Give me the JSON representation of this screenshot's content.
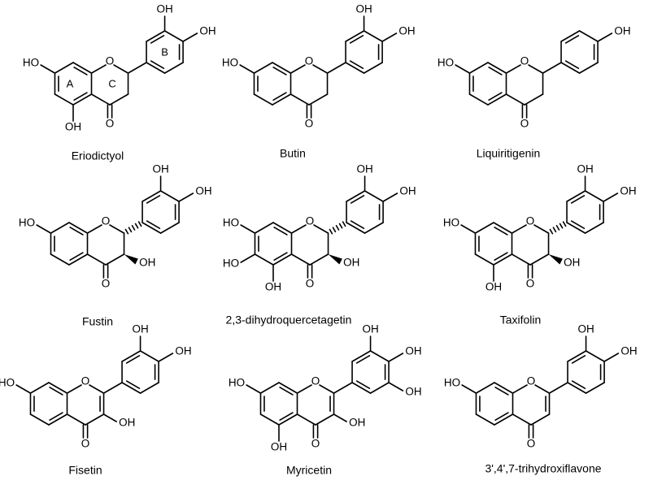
{
  "atoms": {
    "hydroxyl": "OH",
    "hydroxyl_left": "HO",
    "oxygen": "O"
  },
  "ring_labels": {
    "a": "A",
    "b": "B",
    "c": "C"
  },
  "compounds": [
    {
      "name": "Eriodictyol",
      "core": "flavanone",
      "b_ring": "catechol",
      "extra_a_ring": "5-OH",
      "c3": "none",
      "ring_labels": true
    },
    {
      "name": "Butin",
      "core": "flavanone",
      "b_ring": "catechol",
      "extra_a_ring": "none",
      "c3": "none",
      "ring_labels": false
    },
    {
      "name": "Liquiritigenin",
      "core": "flavanone",
      "b_ring": "para-OH",
      "extra_a_ring": "none",
      "c3": "none",
      "ring_labels": false
    },
    {
      "name": "Fustin",
      "core": "flavanonol",
      "b_ring": "catechol",
      "extra_a_ring": "none",
      "c3": "OH-wedge",
      "ring_labels": false
    },
    {
      "name": "2,3-dihydroquercetagetin",
      "core": "flavanonol",
      "b_ring": "catechol",
      "extra_a_ring": "5,6-OH",
      "c3": "OH-wedge",
      "ring_labels": false
    },
    {
      "name": "Taxifolin",
      "core": "flavanonol",
      "b_ring": "catechol",
      "extra_a_ring": "5-OH",
      "c3": "OH-wedge",
      "ring_labels": false
    },
    {
      "name": "Fisetin",
      "core": "flavonol",
      "b_ring": "catechol",
      "extra_a_ring": "none",
      "c3": "OH",
      "ring_labels": false
    },
    {
      "name": "Myricetin",
      "core": "flavonol",
      "b_ring": "pyrogallol",
      "extra_a_ring": "5-OH",
      "c3": "OH",
      "ring_labels": false
    },
    {
      "name": "3',4',7-trihydroxiflavone",
      "core": "flavone",
      "b_ring": "catechol",
      "extra_a_ring": "none",
      "c3": "none",
      "ring_labels": false
    }
  ]
}
